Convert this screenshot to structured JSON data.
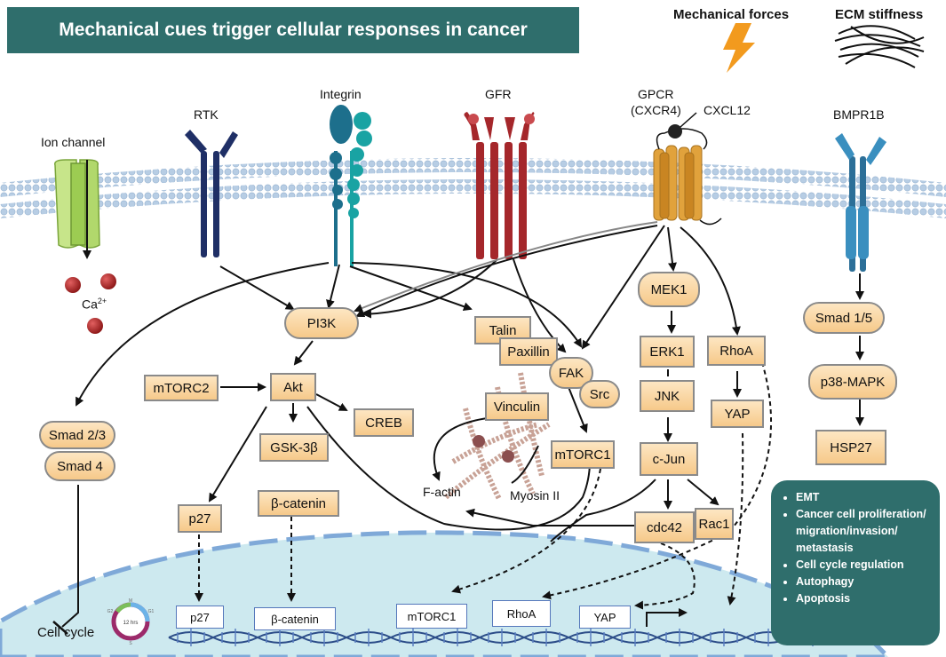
{
  "title": "Mechanical cues trigger cellular responses in cancer",
  "cues": {
    "mechanical_forces": "Mechanical forces",
    "ecm_stiffness": "ECM stiffness"
  },
  "receptors": {
    "ion_channel": "Ion channel",
    "rtk": "RTK",
    "integrin": "Integrin",
    "gfr": "GFR",
    "gpcr": "GPCR",
    "gpcr_sub": "(CXCR4)",
    "cxcl12": "CXCL12",
    "bmpr1b": "BMPR1B"
  },
  "calcium": {
    "base": "Ca",
    "sup": "2+"
  },
  "nodes": {
    "pi3k": "PI3K",
    "mtorc2": "mTORC2",
    "akt": "Akt",
    "creb": "CREB",
    "gsk3b": "GSK-3β",
    "bcatenin": "β-catenin",
    "p27": "p27",
    "smad23": "Smad 2/3",
    "smad4": "Smad 4",
    "talin": "Talin",
    "paxillin": "Paxillin",
    "fak": "FAK",
    "src": "Src",
    "vinculin": "Vinculin",
    "mtorc1": "mTORC1",
    "factin": "F-actin",
    "myosin": "Myosin II",
    "mek1": "MEK1",
    "erk1": "ERK1",
    "jnk": "JNK",
    "cjun": "c-Jun",
    "cdc42": "cdc42",
    "rac1": "Rac1",
    "rhoa": "RhoA",
    "yap": "YAP",
    "smad15": "Smad 1/5",
    "p38": "p38-MAPK",
    "hsp27": "HSP27"
  },
  "nucleus": {
    "p27": "p27",
    "bcatenin": "β-catenin",
    "mtorc1": "mTORC1",
    "rhoa": "RhoA",
    "yap": "YAP",
    "cell_cycle": "Cell cycle",
    "clock_center": "12 hrs",
    "clock_phases": {
      "m": "M",
      "g1": "G1",
      "s": "S",
      "g2": "G2"
    }
  },
  "outcomes": [
    "EMT",
    "Cancer cell proliferation/ migration/invasion/ metastasis",
    "Cell cycle regulation",
    "Autophagy",
    "Apoptosis"
  ],
  "colors": {
    "banner": "#2f6e6c",
    "node_fill": "#f6c98a",
    "membrane": "#b7cde4",
    "nucleus": "#cde9ef",
    "lightning": "#f29a1e",
    "rtk": "#1f2f66",
    "integrin": "#1d7fa8",
    "gfr": "#a5272b",
    "gpcr": "#d9952c",
    "bmpr1b": "#3a8fbf",
    "ion_channel": "#9ccc52"
  }
}
